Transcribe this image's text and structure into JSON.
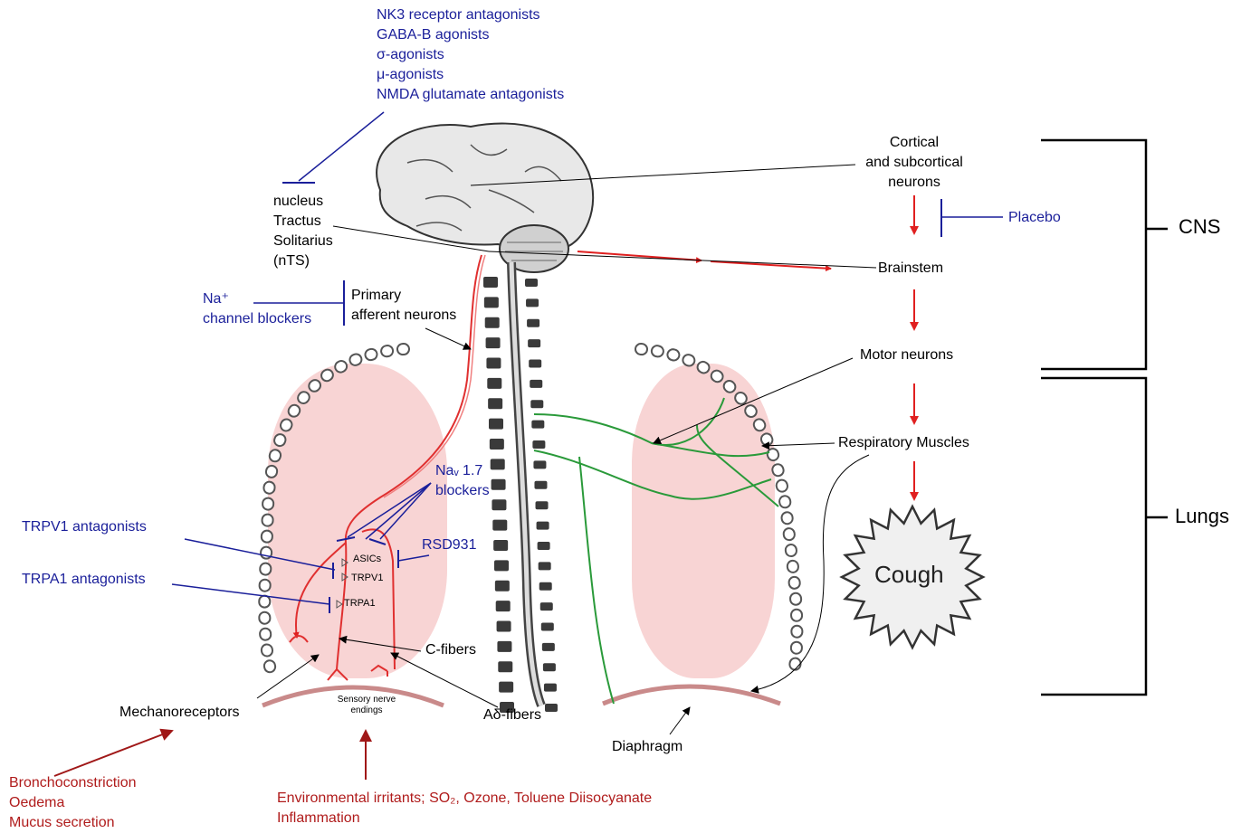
{
  "cns_drugs": [
    "NK3 receptor antagonists",
    "GABA-B agonists",
    "σ-agonists",
    "μ-agonists",
    "NMDA glutamate antagonists"
  ],
  "nts": [
    "nucleus",
    "Tractus",
    "Solitarius",
    "(nTS)"
  ],
  "na_channel": [
    "Na⁺",
    "channel blockers"
  ],
  "primary_afferent": [
    "Primary",
    "afferent neurons"
  ],
  "nav_blockers": [
    "Naᵥ 1.7",
    "blockers"
  ],
  "trpv1_antagonists": "TRPV1 antagonists",
  "trpa1_antagonists": "TRPA1 antagonists",
  "rsd931": "RSD931",
  "receptors": {
    "asics": "ASICs",
    "trpv1": "TRPV1",
    "trpa1": "TRPA1"
  },
  "c_fibers": "C-fibers",
  "a_delta_fibers": "Aδ-fibers",
  "mechanoreceptors": "Mechanoreceptors",
  "sensory_nerve": [
    "Sensory nerve",
    "endings"
  ],
  "irritants": [
    "Bronchoconstriction",
    "Oedema",
    "Mucus secretion"
  ],
  "environment": [
    "Environmental irritants; SO₂, Ozone, Toluene Diisocyanate",
    "Inflammation"
  ],
  "diaphragm": "Diaphragm",
  "flow": {
    "cortical": [
      "Cortical",
      "and subcortical",
      "neurons"
    ],
    "placebo": "Placebo",
    "brainstem": "Brainstem",
    "motor_neurons": "Motor neurons",
    "respiratory_muscles": "Respiratory Muscles",
    "cough": "Cough"
  },
  "brackets": {
    "cns": "CNS",
    "lungs": "Lungs"
  },
  "colors": {
    "blue": "#1a1f9a",
    "red": "#b01c1c",
    "arrow_red": "#e02020",
    "lung": "#f8d4d4",
    "nerve_green": "#2a9a3a"
  }
}
